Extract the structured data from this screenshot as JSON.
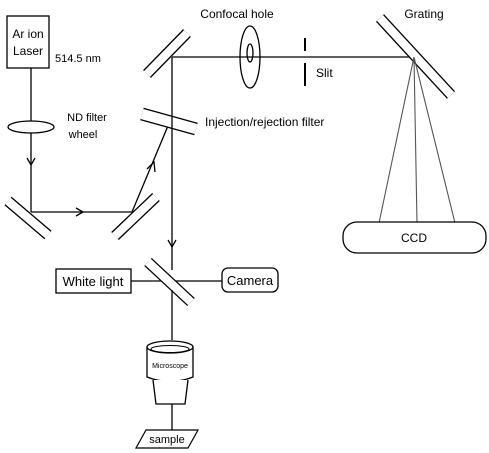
{
  "labels": {
    "laser_line1": "Ar ion",
    "laser_line2": "Laser",
    "wavelength": "514.5 nm",
    "nd_filter_line1": "ND filter",
    "nd_filter_line2": "wheel",
    "injection_filter": "Injection/rejection filter",
    "confocal_hole": "Confocal hole",
    "slit": "Slit",
    "grating": "Grating",
    "ccd": "CCD",
    "white_light": "White light",
    "camera": "Camera",
    "microscope": "Microscope",
    "sample": "sample"
  },
  "colors": {
    "line": "#000000",
    "background": "#ffffff",
    "dispersed_rays": "#555555"
  }
}
